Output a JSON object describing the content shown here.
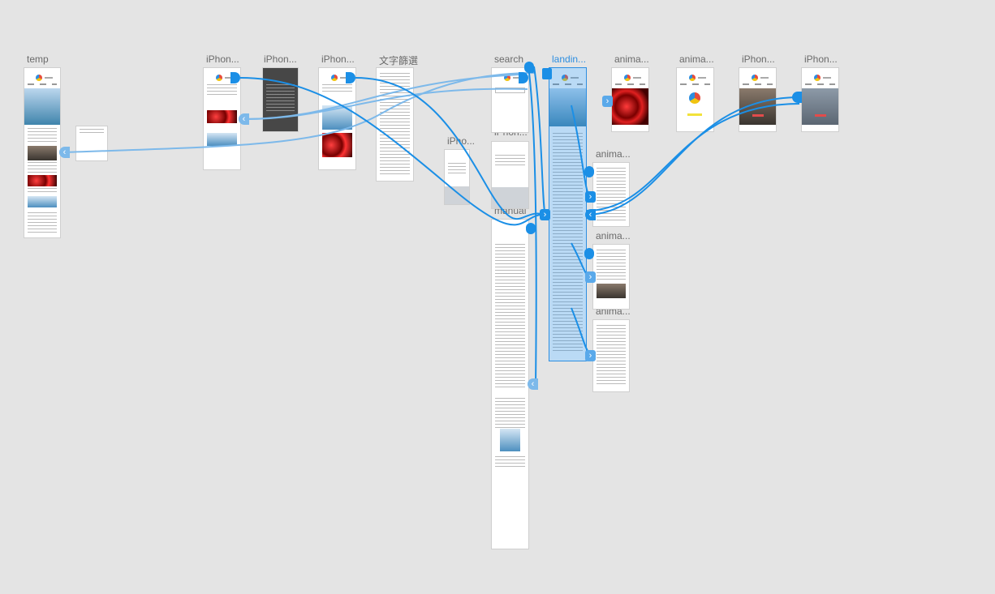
{
  "artboards": {
    "temp": "temp",
    "iphone1": "iPhon...",
    "iphone2": "iPhon...",
    "iphone3": "iPhon...",
    "text_filter": "文字篩選",
    "iphone_small": "iPho...",
    "search": "search",
    "iphone_search2": "iPhon...",
    "manual": "manual",
    "landing": "landin...",
    "anim1": "anima...",
    "anim2": "anima...",
    "iphone_photo1": "iPhon...",
    "iphone_photo2": "iPhon...",
    "anim3": "anima...",
    "anim4": "anima...",
    "anim5": "anima..."
  },
  "icons": {
    "back": "‹",
    "forward": "›"
  },
  "colors": {
    "wire": "#1b8fe6",
    "wire_back": "#7db9ea",
    "selected": "#2d8ee0"
  }
}
